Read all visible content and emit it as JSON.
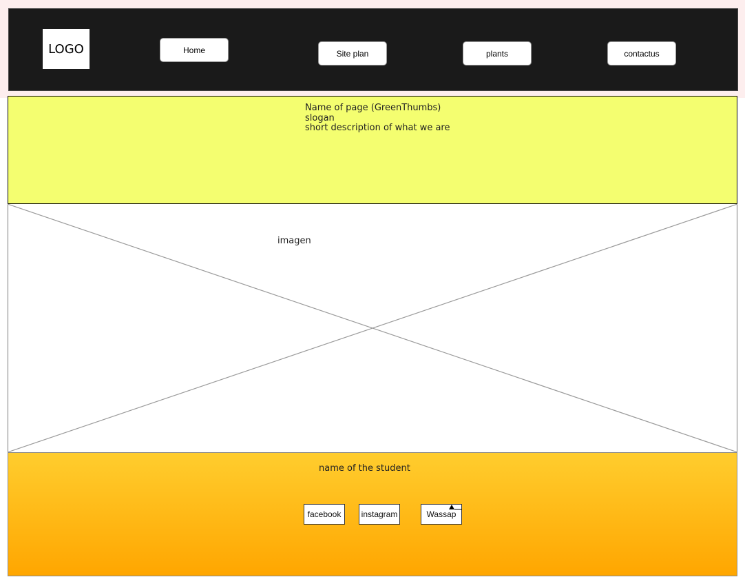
{
  "header": {
    "logo": "LOGO",
    "nav": [
      "Home",
      "Site plan",
      "plants",
      "contactus"
    ]
  },
  "hero": {
    "lines": [
      "Name of page (GreenThumbs)",
      "slogan",
      "short description of what we are"
    ]
  },
  "image": {
    "label": "imagen"
  },
  "footer": {
    "student": "name of the student",
    "social": [
      "facebook",
      "instagram",
      "Wassap"
    ]
  }
}
